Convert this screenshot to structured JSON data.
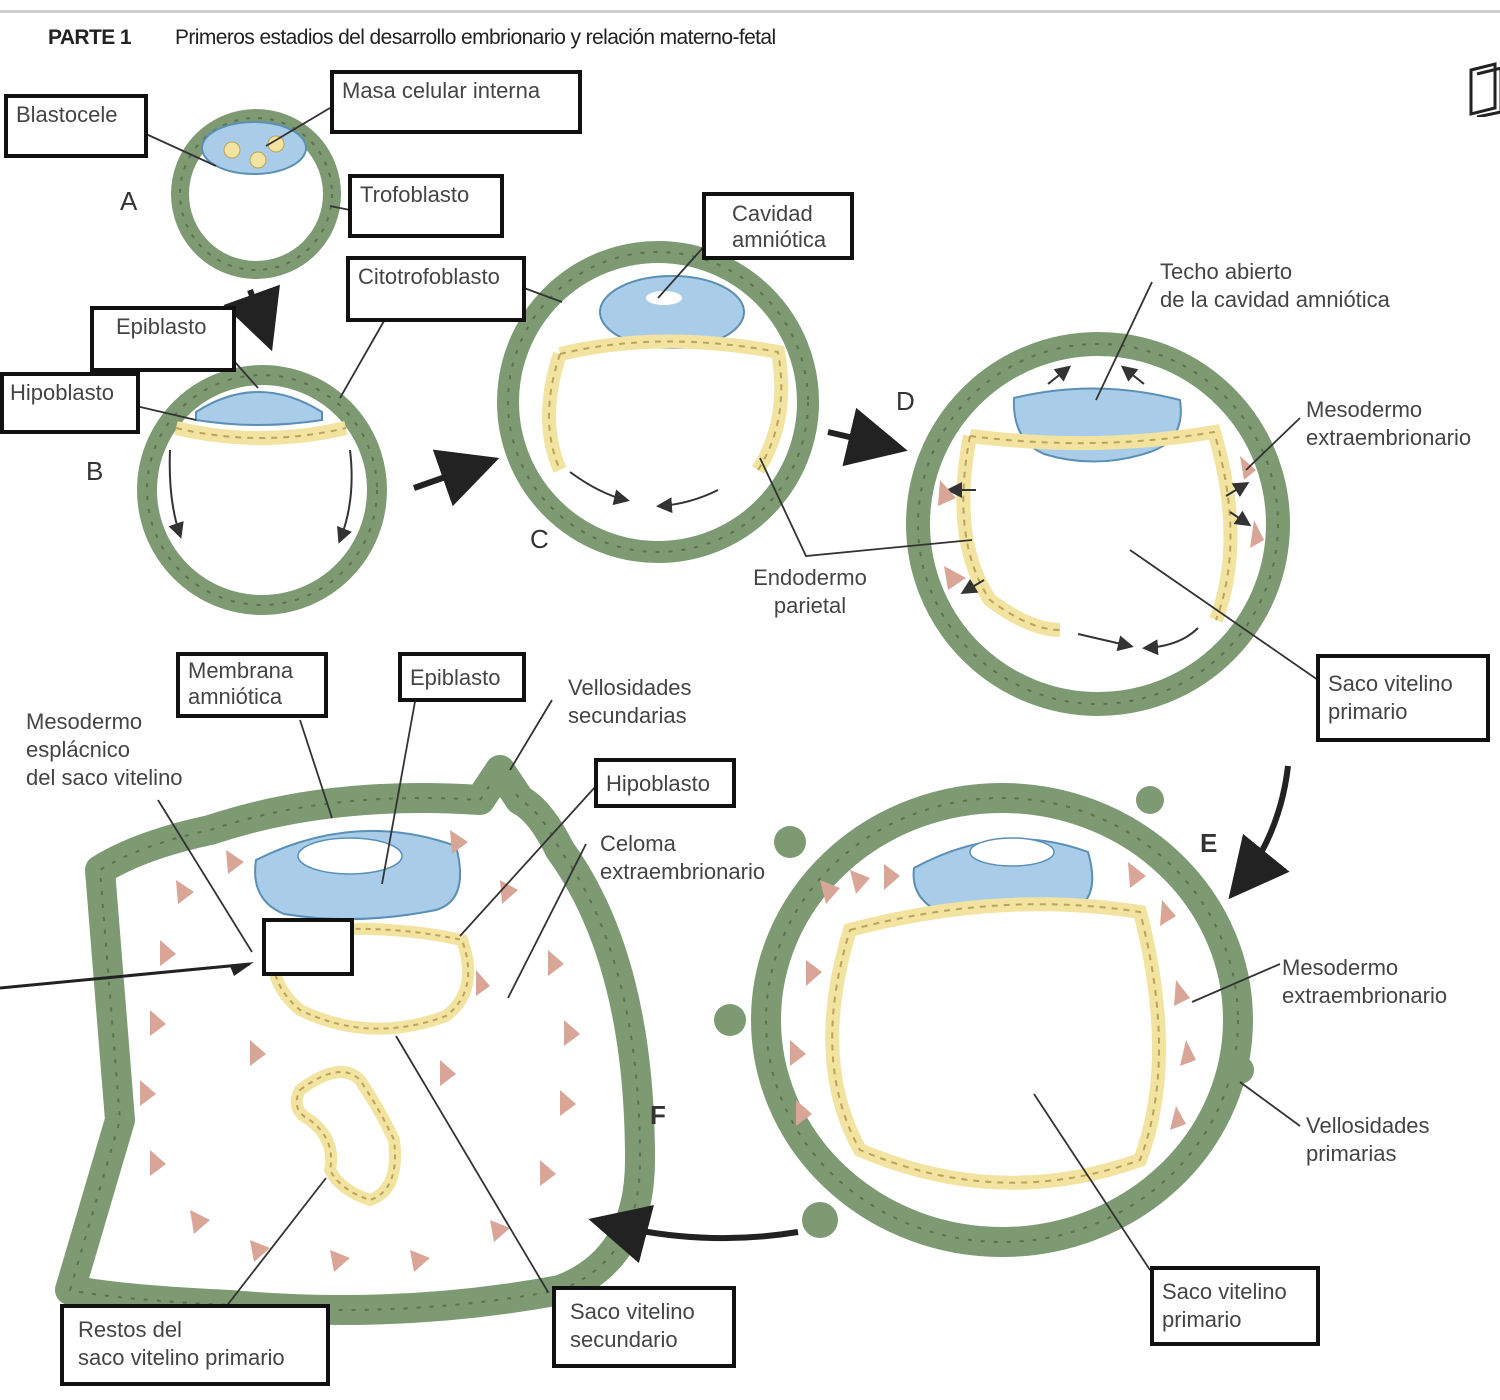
{
  "header": {
    "part": "PARTE 1",
    "title": "Primeros estadios del desarrollo embrionario y relación materno-fetal"
  },
  "colors": {
    "trophoblast": "#7d9a73",
    "epiblast": "#a9cde8",
    "hypoblast": "#f3e3a0",
    "mesoderm": "#d9a596",
    "outline": "#5a7252"
  },
  "stages": {
    "A": "A",
    "B": "B",
    "C": "C",
    "D": "D",
    "E": "E",
    "F": "F"
  },
  "labels": {
    "blastocele": "Blastocele",
    "masa_celular": "Masa celular interna",
    "trofoblasto": "Trofoblasto",
    "citotrofoblasto": "Citotrofoblasto",
    "epiblasto_b": "Epiblasto",
    "hipoblasto_b": "Hipoblasto",
    "cavidad_1": "Cavidad",
    "cavidad_2": "amniótica",
    "techo_1": "Techo abierto",
    "techo_2": "de la cavidad amniótica",
    "meso_d_1": "Mesodermo",
    "meso_d_2": "extraembrionario",
    "endo_1": "Endodermo",
    "endo_2": "parietal",
    "saco_d_1": "Saco vitelino",
    "saco_d_2": "primario",
    "membrana_1": "Membrana",
    "membrana_2": "amniótica",
    "epiblasto_f": "Epiblasto",
    "vellos_sec_1": "Vellosidades",
    "vellos_sec_2": "secundarias",
    "meso_esp_1": "Mesodermo",
    "meso_esp_2": "esplácnico",
    "meso_esp_3": "del saco vitelino",
    "hipoblasto_f": "Hipoblasto",
    "celoma_1": "Celoma",
    "celoma_2": "extraembrionario",
    "meso_e_1": "Mesodermo",
    "meso_e_2": "extraembrionario",
    "vellos_pri_1": "Vellosidades",
    "vellos_pri_2": "primarias",
    "saco_e_1": "Saco vitelino",
    "saco_e_2": "primario",
    "restos_1": "Restos del",
    "restos_2": "saco vitelino primario",
    "saco_sec_1": "Saco vitelino",
    "saco_sec_2": "secundario"
  }
}
